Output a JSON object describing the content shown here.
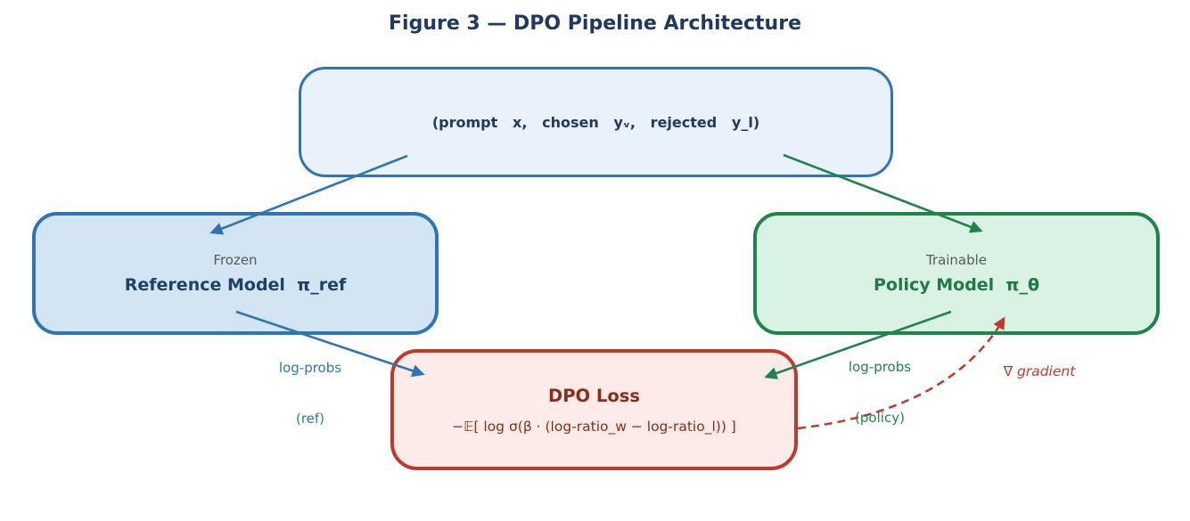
{
  "title": "Figure 3 — DPO Pipeline Architecture",
  "colors": {
    "navy_text": "#1f3864",
    "blue_accent": "#2e75b6",
    "batch_fill": "#e9f1fa",
    "reference_fill": "#d3e4f3",
    "green_accent": "#1e8449",
    "green_text": "#1e7a46",
    "policy_fill": "#d9f2e3",
    "red_accent": "#c0392b",
    "red_text": "#8c2d1b",
    "loss_fill": "#fcebe8",
    "gray_text": "#595959"
  },
  "nodes": {
    "batch": {
      "label": "(prompt   x,   chosen   yᵥ,   rejected   y_l)"
    },
    "reference": {
      "tag": "Frozen",
      "label": "Reference Model  π_ref"
    },
    "policy": {
      "tag": "Trainable",
      "label": "Policy Model  π_θ"
    },
    "loss": {
      "title": "DPO Loss",
      "formula": "−𝔼[ log σ(β · (log-ratio_w − log-ratio_l)) ]"
    }
  },
  "edges": {
    "ref_logprobs": {
      "line1": "log-probs",
      "line2": "(ref)"
    },
    "policy_logprobs": {
      "line1": "log-probs",
      "line2": "(policy)"
    },
    "gradient": {
      "label": "∇ gradient"
    }
  }
}
